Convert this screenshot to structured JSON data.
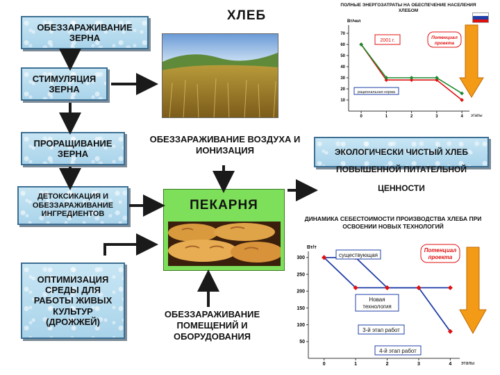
{
  "title": "ХЛЕБ",
  "boxes": {
    "disinfection_grain": "ОБЕЗЗАРАЖИВАНИЕ ЗЕРНА",
    "stimulation_grain": "СТИМУЛЯЦИЯ ЗЕРНА",
    "sprouting_grain": "ПРОРАЩИВАНИЕ ЗЕРНА",
    "detox": "ДЕТОКСИКАЦИЯ И ОБЕЗЗАРАЖИВАНИЕ ИНГРЕДИЕНТОВ",
    "optimization": "ОПТИМИЗАЦИЯ СРЕДЫ ДЛЯ РАБОТЫ ЖИВЫХ КУЛЬТУР (ДРОЖЖЕЙ)",
    "air_disinfection": "ОБЕЗЗАРАЖИВАНИЕ ВОЗДУХА И ИОНИЗАЦИЯ",
    "bakery": "ПЕКАРНЯ",
    "premises_disinfection": "ОБЕЗЗАРАЖИВАНИЕ ПОМЕЩЕНИЙ И ОБОРУДОВАНИЯ",
    "eco_bread": "ЭКОЛОГИЧЕСКИ ЧИСТЫЙ ХЛЕБ",
    "eco_bread_line2": "ПОВЫШЕННОЙ ПИТАТЕЛЬНОЙ",
    "eco_bread_line3": "ЦЕННОСТИ"
  },
  "colors": {
    "box_border": "#3b6e93",
    "arrow": "#1a1a1a",
    "bakery_green": "#7ee05a",
    "chart_red": "#e01010",
    "chart_green": "#1b8a2e",
    "chart_blue": "#1f3fa8",
    "potential_orange": "#f39a17"
  },
  "chart_data": [
    {
      "type": "line",
      "title": "ПОЛНЫЕ ЭНЕРГОЗАТРАТЫ НА ОБЕСПЕЧЕНИЕ НАСЕЛЕНИЯ ХЛЕБОМ",
      "ylabel": "Вт/чел",
      "xlabel": "этапы",
      "x": [
        0,
        1,
        2,
        3,
        4
      ],
      "yticks": [
        10,
        20,
        30,
        40,
        50,
        60,
        70
      ],
      "ylim": [
        0,
        75
      ],
      "series": [
        {
          "values": [
            60,
            28,
            28,
            28,
            10
          ],
          "color": "#e01010"
        },
        {
          "values": [
            60,
            30,
            30,
            30,
            16
          ],
          "color": "#1b8a2e"
        }
      ],
      "annotations": {
        "year": "2001 г.",
        "potential": "Потенциал проекта",
        "rational": "рациональная норма"
      }
    },
    {
      "type": "line",
      "title": "ДИНАМИКА СЕБЕСТОИМОСТИ ПРОИЗВОДСТВА ХЛЕБА ПРИ ОСВОЕНИИ НОВЫХ ТЕХНОЛОГИЙ",
      "ylabel": "Вт/т",
      "xlabel": "этапы",
      "x": [
        0,
        1,
        2,
        3,
        4
      ],
      "yticks": [
        50,
        100,
        150,
        200,
        250,
        300
      ],
      "ylim": [
        0,
        310
      ],
      "series": [
        {
          "values": [
            300,
            210,
            210,
            210,
            80
          ],
          "color": "#1f3fa8"
        },
        {
          "values": [
            300,
            300,
            210,
            210,
            210
          ],
          "color": "#1f3fa8"
        }
      ],
      "annotations": {
        "existing": "существующая",
        "potential": "Потенциал проекта",
        "new_tech": "Новая технология",
        "stage3": "3-й этап работ",
        "stage4": "4-й этап работ"
      }
    }
  ]
}
